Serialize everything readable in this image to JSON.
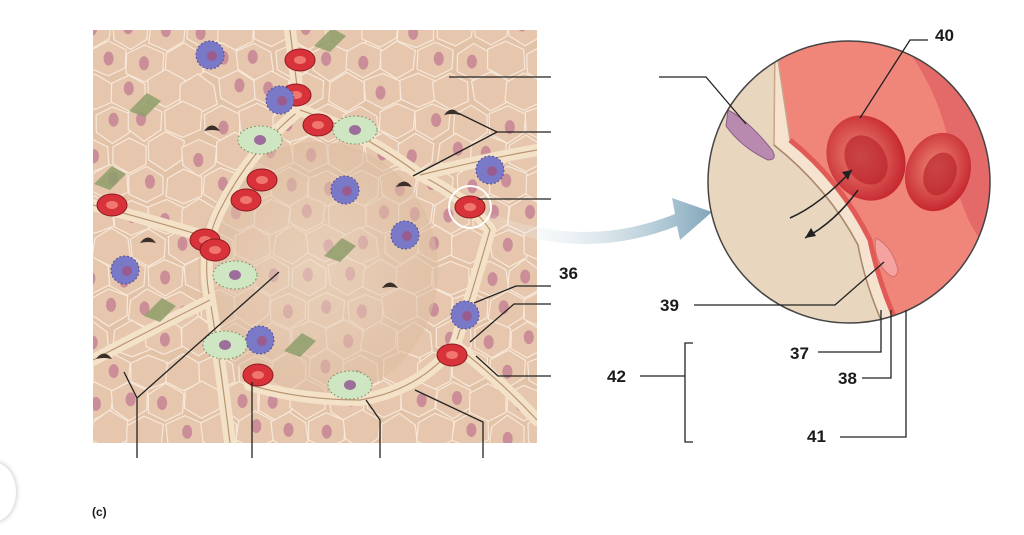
{
  "figure": {
    "panel_letter": "(c)",
    "labels": {
      "l36": "36",
      "l37": "37",
      "l38": "38",
      "l39": "39",
      "l40": "40",
      "l41": "41",
      "l42": "42"
    }
  },
  "colors": {
    "tissue": "#e7c9b0",
    "cell_border": "#f7e8da",
    "nucleus": "#c47f94",
    "rbc": "#d8333a",
    "macrophage": "#7a79c7",
    "type2_cell": "#cfe6c3",
    "fibroblast": "#8e9d6a",
    "leader_line": "#222222",
    "arrow": "#8fb0c2"
  }
}
